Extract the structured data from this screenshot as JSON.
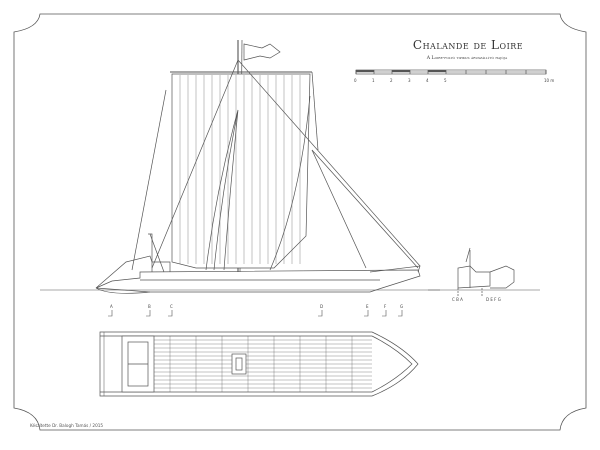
{
  "title": "Chalande de Loire",
  "subtitle": "A Loire-folyó tipikus áruszállító hajója",
  "credit": "Készítette Dr. Balogh Tamás / 2015",
  "scale": {
    "labels": [
      "0",
      "1",
      "2",
      "3",
      "4",
      "5",
      "10 m"
    ]
  },
  "section_markers": [
    "A",
    "B",
    "C",
    "D",
    "E",
    "F",
    "G"
  ],
  "body_plan_labels": {
    "left": "C B A",
    "right": "D E F G"
  },
  "colors": {
    "ink": "#555555",
    "paper": "#ffffff"
  }
}
